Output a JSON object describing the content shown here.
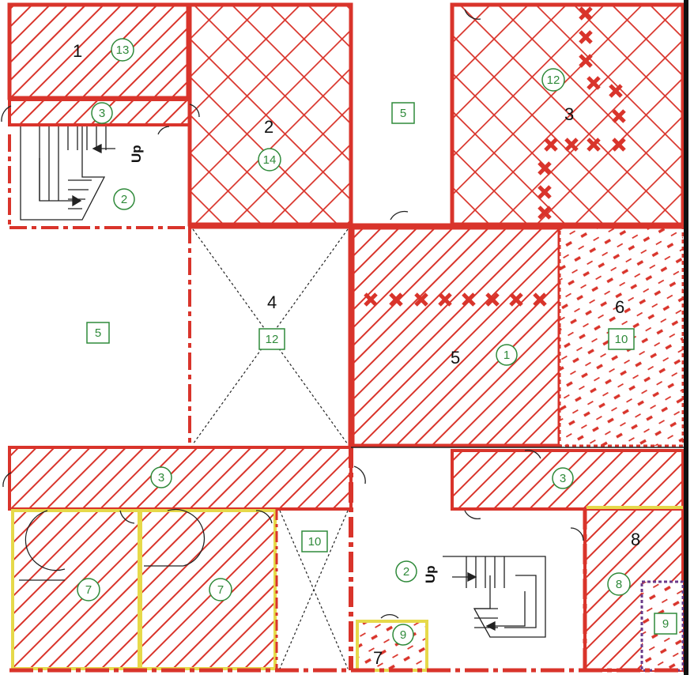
{
  "rooms": [
    {
      "label": "1"
    },
    {
      "label": "2"
    },
    {
      "label": "3"
    },
    {
      "label": "4"
    },
    {
      "label": "5"
    },
    {
      "label": "6"
    },
    {
      "label": "7"
    },
    {
      "label": "8"
    }
  ],
  "circle_badges": [
    "13",
    "3",
    "14",
    "2",
    "12",
    "1",
    "3",
    "3",
    "7",
    "7",
    "2",
    "9",
    "8"
  ],
  "square_badges": [
    "5",
    "5",
    "12",
    "10",
    "10",
    "9"
  ],
  "stair_labels": [
    "Up",
    "Up"
  ],
  "colors": {
    "wall_red": "#d9342b",
    "hatch_red": "#d9342b",
    "badge_green": "#2f8a3a",
    "yellow_wall": "#e6d94a",
    "purple_border": "#6a3a8a",
    "stair_line": "#222222"
  }
}
